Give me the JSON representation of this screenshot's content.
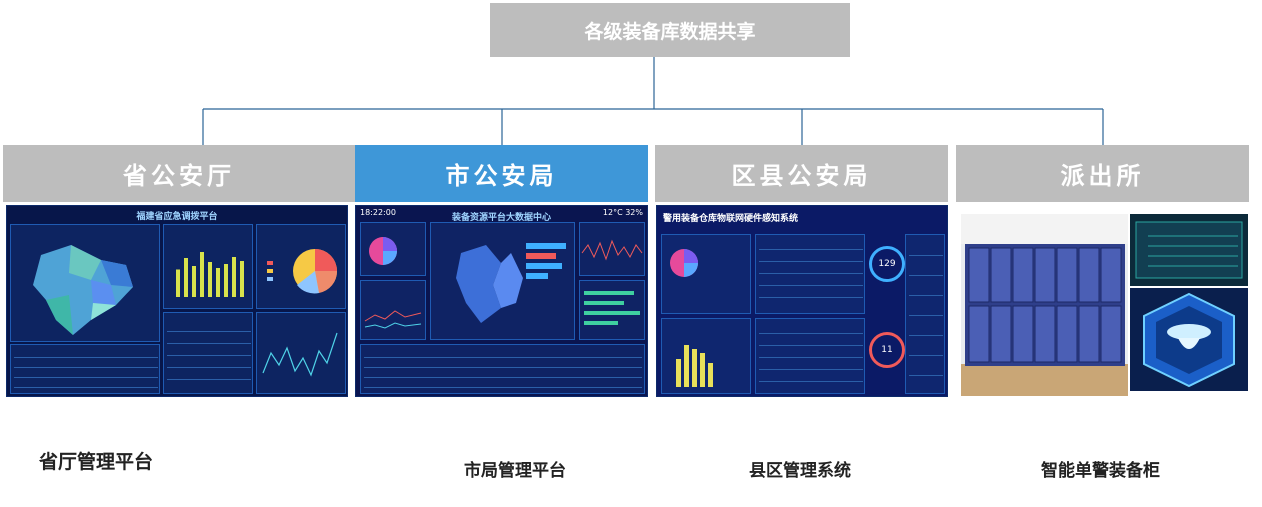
{
  "root": {
    "label": "各级装备库数据共享"
  },
  "columns": [
    {
      "header": "省公安厅",
      "caption": "省厅管理平台",
      "screen_title": "福建省应急调拨平台"
    },
    {
      "header": "市公安局",
      "caption": "市局管理平台",
      "screen_title": "装备资源平台大数据中心",
      "time": "18:22:00",
      "weather": "12°C",
      "humidity": "32%"
    },
    {
      "header": "区县公安局",
      "caption": "县区管理系统",
      "screen_title": "警用装备仓库物联网硬件感知系统",
      "gauge_a": "129",
      "gauge_b": "11"
    },
    {
      "header": "派出所",
      "caption": "智能单警装备柜"
    }
  ],
  "colors": {
    "header_gray": "#bdbdbd",
    "header_active": "#3e97d8",
    "connector": "#2a6496",
    "screen_bg": "#07164a"
  },
  "chart_bars": [
    0.55,
    0.78,
    0.62,
    0.9,
    0.7,
    0.58,
    0.66,
    0.8,
    0.72
  ]
}
